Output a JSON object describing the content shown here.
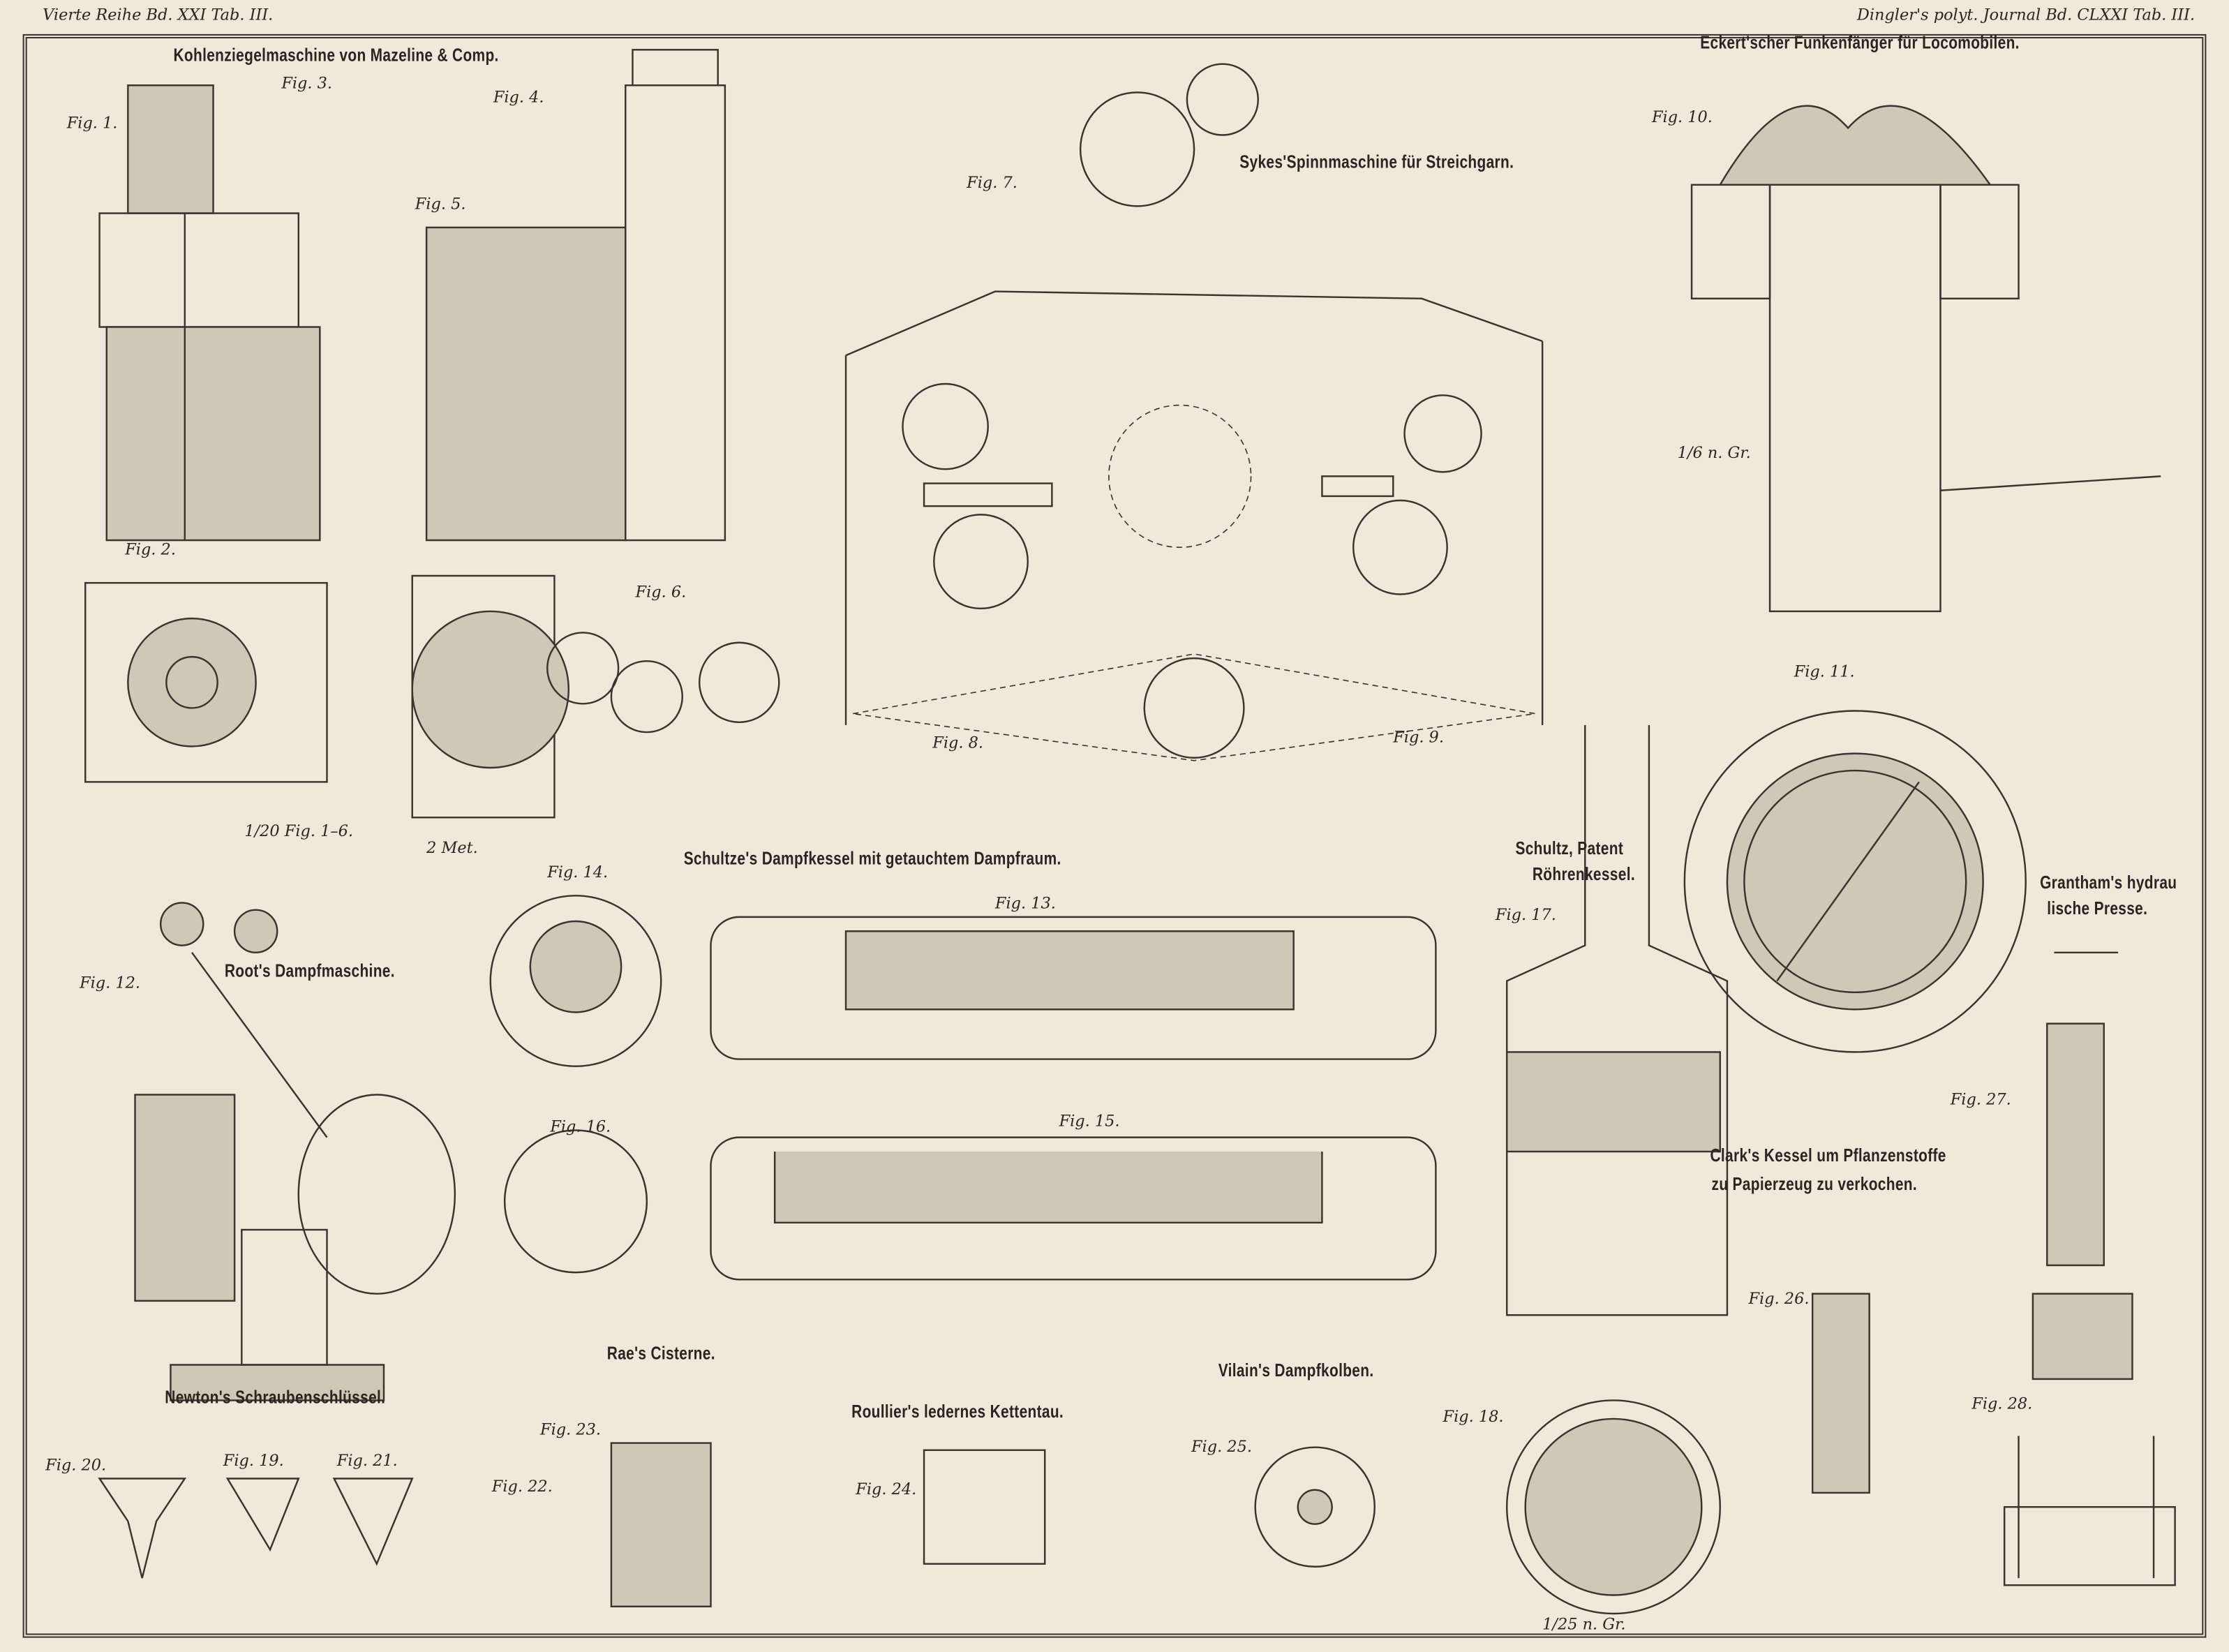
{
  "header": {
    "left": "Vierte Reihe Bd. XXI Tab. III.",
    "right": "Dingler's polyt. Journal Bd. CLXXI Tab. III."
  },
  "titles": {
    "kohlenziegel": "Kohlenziegelmaschine von Mazeline & Comp.",
    "sykes": "Sykes'Spinnmaschine für Streichgarn.",
    "eckert": "Eckert'scher Funkenfänger für Locomobilen.",
    "schultze": "Schultze's Dampfkessel mit getauchtem Dampfraum.",
    "root": "Root's Dampfmaschine.",
    "schultz_1": "Schultz, Patent",
    "schultz_2": "Röhrenkessel.",
    "grantham_1": "Grantham's hydrau",
    "grantham_2": "lische Presse.",
    "clark_1": "Clark's Kessel um Pflanzenstoffe",
    "clark_2": "zu Papierzeug zu verkochen.",
    "newton": "Newton's Schraubenschlüssel.",
    "rae": "Rae's Cisterne.",
    "roullier": "Roullier's ledernes Kettentau.",
    "vilain": "Vilain's Dampfkolben."
  },
  "scales": {
    "fig1_6": "1/20 Fig. 1–6.",
    "fig10": "1/6 n. Gr.",
    "fig18": "1/25 n. Gr.",
    "meters": "2 Met."
  },
  "figs": [
    "Fig. 1.",
    "Fig. 2.",
    "Fig. 3.",
    "Fig. 4.",
    "Fig. 5.",
    "Fig. 6.",
    "Fig. 7.",
    "Fig. 8.",
    "Fig. 9.",
    "Fig. 10.",
    "Fig. 11.",
    "Fig. 12.",
    "Fig. 13.",
    "Fig. 14.",
    "Fig. 15.",
    "Fig. 16.",
    "Fig. 17.",
    "Fig. 18.",
    "Fig. 19.",
    "Fig. 20.",
    "Fig. 21.",
    "Fig. 22.",
    "Fig. 23.",
    "Fig. 24.",
    "Fig. 25.",
    "Fig. 26.",
    "Fig. 27.",
    "Fig. 28."
  ]
}
